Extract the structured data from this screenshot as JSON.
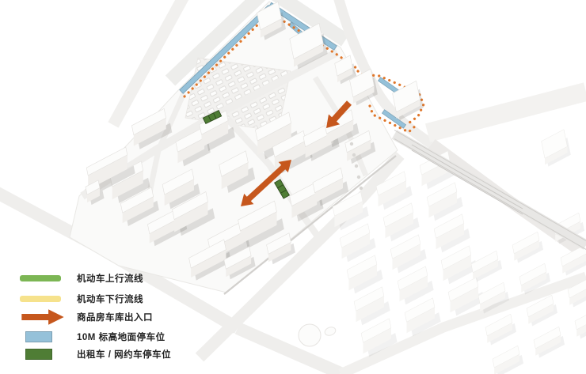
{
  "legend": {
    "items": [
      {
        "id": "flow-up",
        "swatch": "green-line",
        "label": "机动车上行流线"
      },
      {
        "id": "flow-down",
        "swatch": "yellow-line",
        "label": "机动车下行流线"
      },
      {
        "id": "garage-gate",
        "swatch": "orange-arrow",
        "label": "商品房车库出入口"
      },
      {
        "id": "parking-10m",
        "swatch": "blue-rect",
        "label": "10M 标高地面停车位"
      },
      {
        "id": "taxi-spot",
        "swatch": "dark-green-rect",
        "label": "出租车 / 网约车停车位"
      }
    ]
  },
  "colors": {
    "flow_up": "#7cb654",
    "flow_down": "#f6e28c",
    "garage_arrow": "#c6571d",
    "parking_10m": "#95c1d9",
    "taxi_parking": "#4f7d35",
    "route_dots": "#e0772b"
  }
}
